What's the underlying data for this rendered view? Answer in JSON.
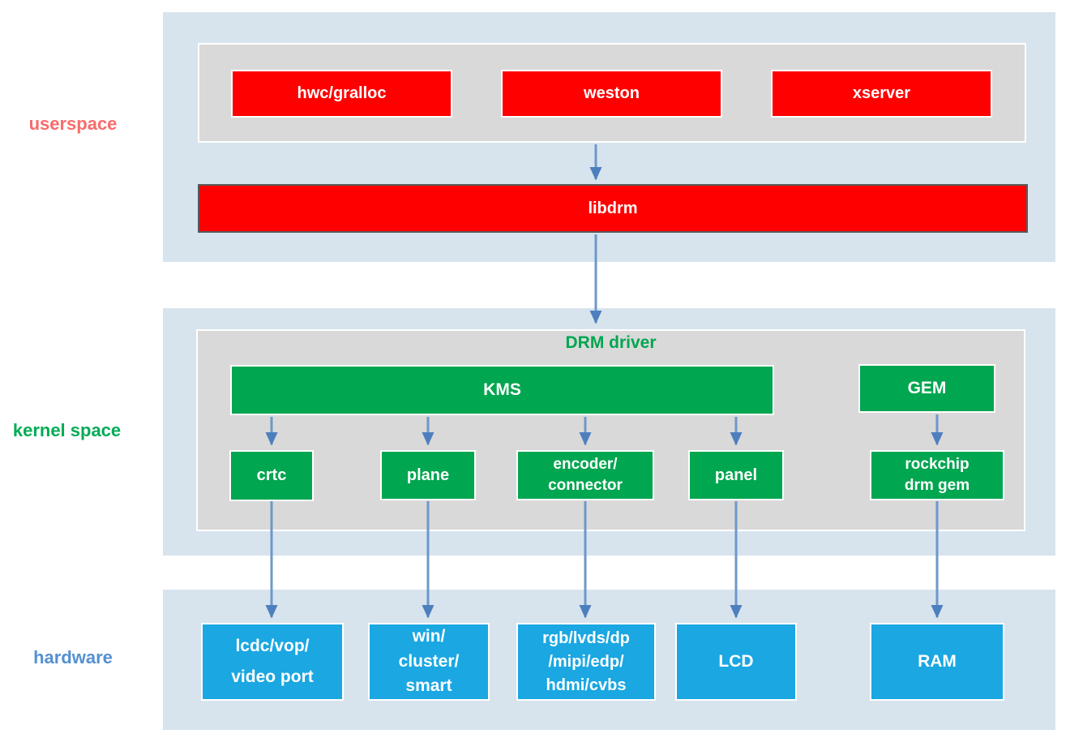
{
  "layers": {
    "userspace": {
      "label": "userspace"
    },
    "kernel_space": {
      "label": "kernel space"
    },
    "hardware": {
      "label": "hardware"
    }
  },
  "userspace": {
    "apps": [
      {
        "label": "hwc/gralloc"
      },
      {
        "label": "weston"
      },
      {
        "label": "xserver"
      }
    ],
    "libdrm_label": "libdrm"
  },
  "kernel_space": {
    "title": "DRM driver",
    "kms_label": "KMS",
    "gem_label": "GEM",
    "components": [
      {
        "label": "crtc"
      },
      {
        "label": "plane"
      },
      {
        "label": "encoder/\nconnector"
      },
      {
        "label": "panel"
      },
      {
        "label": "rockchip\ndrm gem"
      }
    ]
  },
  "hardware": {
    "components": [
      {
        "label": "lcdc/vop/\nvideo port"
      },
      {
        "label": "win/\ncluster/\nsmart"
      },
      {
        "label": "rgb/lvds/dp\n/mipi/edp/\nhdmi/cvbs"
      },
      {
        "label": "LCD"
      },
      {
        "label": "RAM"
      }
    ]
  },
  "colors": {
    "userspace_label": "#f96b6b",
    "kernel_label": "#00ac56",
    "hardware_label": "#5590d2",
    "container_bg": "#d7e4ee",
    "panel_bg": "#d9d9d9",
    "red_box": "#ff0000",
    "green_box": "#00a650",
    "blue_box": "#1aa7e2",
    "arrow_head": "#4d7fbe",
    "arrow_stem": "#6d98ca"
  }
}
